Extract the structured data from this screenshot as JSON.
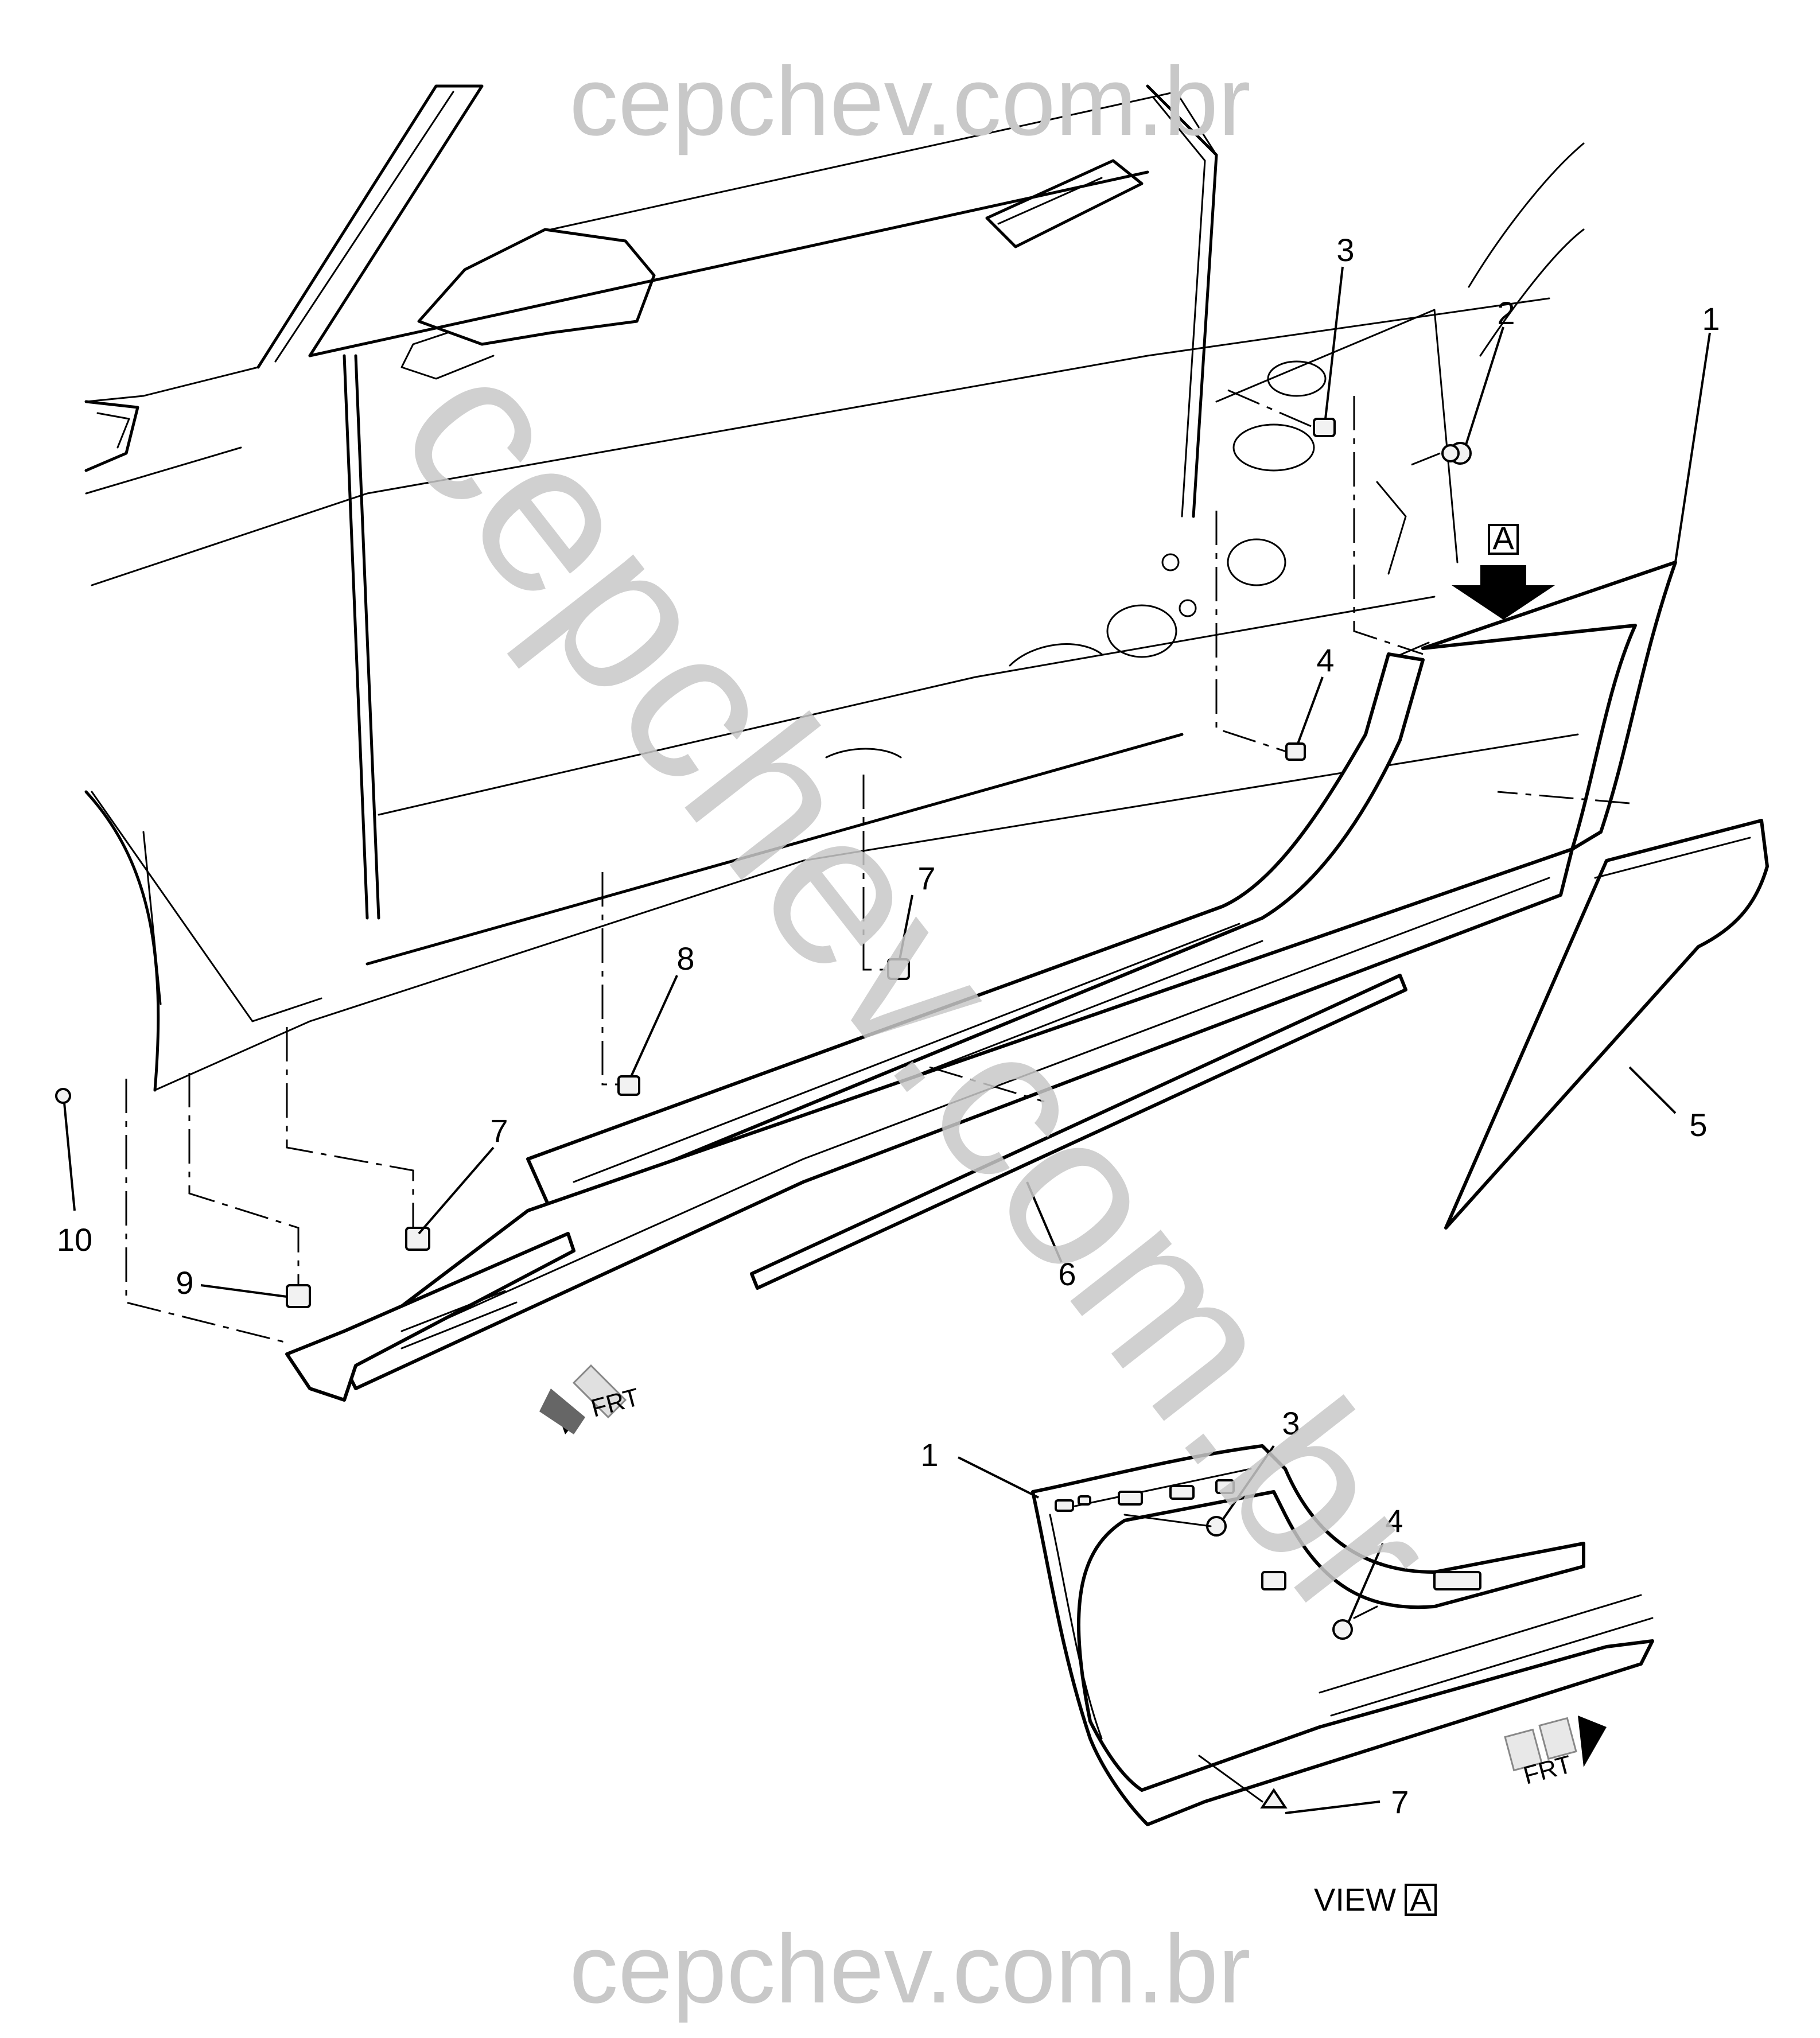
{
  "watermark": {
    "top": "cepchev.com.br",
    "bottom": "cepchev.com.br",
    "diagonal": "cepchev.com.br"
  },
  "callouts": {
    "c1": "1",
    "c2": "2",
    "c3": "3",
    "c4": "4",
    "c5": "5",
    "c6": "6",
    "c7a": "7",
    "c7b": "7",
    "c8": "8",
    "c9": "9",
    "c10": "10",
    "view_c1": "1",
    "view_c3": "3",
    "view_c4": "4",
    "view_c7": "7"
  },
  "view_marker": {
    "letter": "A"
  },
  "view_label": {
    "text": "VIEW",
    "letter": "A"
  },
  "frt_label": "FRT"
}
